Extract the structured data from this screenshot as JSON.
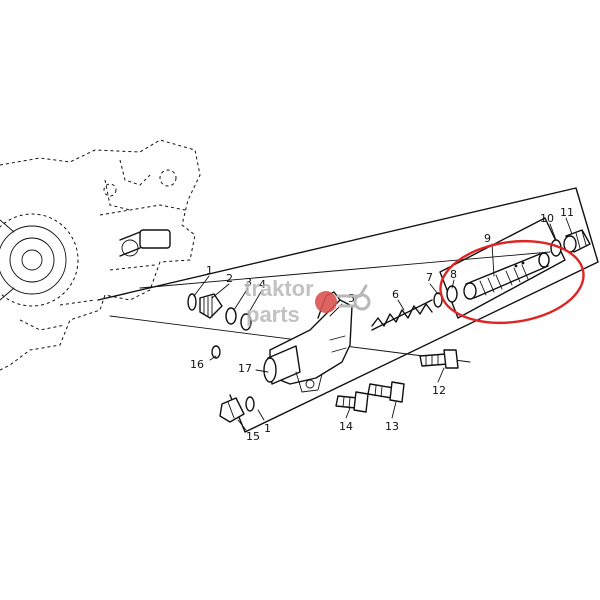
{
  "callouts": [
    "1",
    "2",
    "3",
    "4",
    "5",
    "6",
    "7",
    "8",
    "9",
    "10",
    "11",
    "12",
    "13",
    "14",
    "15",
    "16",
    "17",
    "1"
  ],
  "watermark": {
    "line1": "traktor",
    "line2": "parts",
    "color": "#b8b8b8",
    "logo_color": "#d9534f"
  },
  "highlight": {
    "color": "#e02424",
    "target_callout": "9"
  }
}
